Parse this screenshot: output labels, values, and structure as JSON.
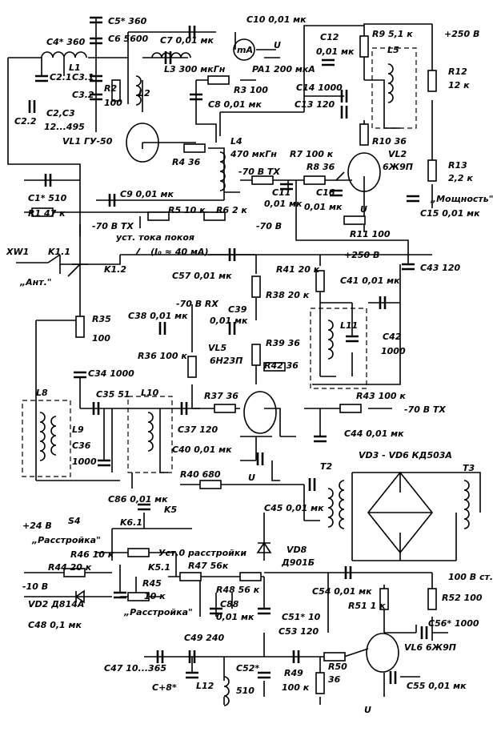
{
  "labels": {
    "C5": "C5* 360",
    "C6": "C6 5600",
    "C10": "C10 0,01 мк",
    "C12": "C12",
    "C12v": "0,01 мк",
    "R9": "R9 5,1 к",
    "V250a": "+250 В",
    "C4": "C4* 360",
    "C7": "C7 0,01 мк",
    "UA": "U",
    "L1": "L1",
    "C21": "C2.1",
    "C31": "C3.1",
    "C32": "C3.2",
    "R2": "R2",
    "R2v": "100",
    "L2": "L2",
    "L3": "L3 300 мкГн",
    "PA1": "PA1 200 мкА",
    "mA": "mA",
    "L5": "L5",
    "R12": "R12",
    "R12v": "12 к",
    "C2C3": "C2,C3",
    "C2C3v": "12...495",
    "C22": "C2.2",
    "VL1": "VL1 ГУ-50",
    "R3": "R3 100",
    "C8": "C8 0,01 мк",
    "C14": "C14 1000",
    "C13": "C13 120",
    "R10": "R10 36",
    "L4": "L4",
    "L4v": "470 мкГн",
    "R4": "R4 36",
    "R7": "R7 100 к",
    "V70tx1": "-70 В ТХ",
    "R8": "R8 36",
    "C11": "C11",
    "C11v": "0,01 мк",
    "C16": "C16",
    "C16v": "0,01 мк",
    "VL2": "VL2",
    "VL2v": "6Ж9П",
    "R13": "R13",
    "R13v": "2,2 к",
    "C1": "C1* 510",
    "R1": "R1 47 к",
    "C9": "C9 0,01 мк",
    "Uh": "U",
    "Mosh": "„Мощность\"",
    "C15": "C15 0,01 мк",
    "V70tx2": "-70 В ТХ",
    "R5": "R5 10 к",
    "R6": "R6 2 к",
    "V70": "-70 В",
    "R11": "R11 100",
    "Ust": "уст. тока покоя",
    "I0": "(I₀ ≈ 40 мА)",
    "XW1": "XW1",
    "K11": "K1.1",
    "Ant": "„Ант.\"",
    "K12": "K1.2",
    "V250b": "+250 В",
    "R41": "R41 20 к",
    "C43": "C43 120",
    "C57": "C57 0,01 мк",
    "C41": "C41 0,01 мк",
    "V70rx": "-70 В RX",
    "R38": "R38 20 к",
    "C38": "C38 0,01 мк",
    "C39": "C39",
    "C39v": "0,01 мк",
    "L11": "L11",
    "R35": "R35",
    "R35v": "100",
    "C42": "C42",
    "C42v": "1000",
    "R36": "R36 100 к",
    "VL5": "VL5",
    "VL5v": "6Н23П",
    "R39": "R39 36",
    "R42": "R42 36",
    "C34": "C34 1000",
    "L8": "L8",
    "C35": "C35 51",
    "L10": "L10",
    "R37": "R37 36",
    "R43": "R43 100 к",
    "L9": "L9",
    "C37": "C37 120",
    "V70tx3": "-70 В ТХ",
    "C36": "C36",
    "C36v": "1000",
    "C40": "C40 0,01 мк",
    "C44": "C44 0,01 мк",
    "T2": "T2",
    "VD": "VD3 - VD6  КД503А",
    "T3": "T3",
    "R40": "R40 680",
    "Un": "U",
    "C86": "C86 0,01 мк",
    "C45": "C45 0,01 мк",
    "V24": "+24 В",
    "S4": "S4",
    "K61": "K6.1",
    "K5": "K5",
    "Rastr1": "„Расстройка\"",
    "R46": "R46 10 к",
    "Ust0": "Уст.0 расстройки",
    "VD8": "VD8",
    "VD8v": "Д901Б",
    "R44": "R44 20 к",
    "K51": "K5.1",
    "R47": "R47 56к",
    "V100": "100 В ст.",
    "V10": "-10 В",
    "R45": "R45",
    "R45v": "10 к",
    "R48": "R48 56 к",
    "C54": "C54 0,01 мк",
    "R51": "R51 1 к",
    "R52": "R52 100",
    "VD2": "VD2 Д814А",
    "Rastr2": "„Расстройка\"",
    "C88": "C88",
    "C88v": "0,01 мк",
    "C51": "C51* 10",
    "C56": "C56* 1000",
    "C48": "C48 0,1 мк",
    "C49": "C49 240",
    "C53": "C53 120",
    "VL6": "VL6 6Ж9П",
    "C47": "C47 10...365",
    "R50": "R50",
    "R50v": "36",
    "C52": "C52*",
    "C52v": "510",
    "R49": "R49",
    "R49v": "100 к",
    "L12": "L12",
    "C46": "C+8*",
    "C55": "C55 0,01 мк",
    "Uh2": "U"
  }
}
